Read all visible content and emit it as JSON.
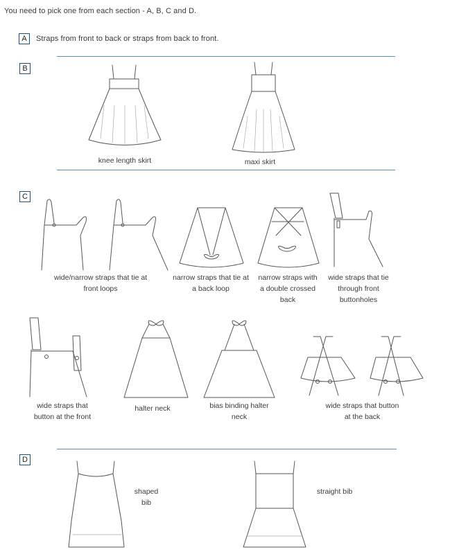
{
  "instruction": "You need to pick one from each section - A, B, C and D.",
  "sections": {
    "A": {
      "letter": "A",
      "text": "Straps from front to back or straps from back to front."
    },
    "B": {
      "letter": "B",
      "items": [
        {
          "caption": "knee length skirt"
        },
        {
          "caption": "maxi skirt"
        }
      ]
    },
    "C": {
      "letter": "C",
      "items": [
        {
          "caption": "wide/narrow straps that tie at front loops"
        },
        {
          "caption": "narrow straps that tie at a back loop"
        },
        {
          "caption": "narrow straps with a double crossed back"
        },
        {
          "caption": "wide straps that tie through front buttonholes"
        },
        {
          "caption": "wide straps that button at the front"
        },
        {
          "caption": "halter neck"
        },
        {
          "caption": "bias binding halter neck"
        },
        {
          "caption": "wide straps that button at the back"
        }
      ]
    },
    "D": {
      "letter": "D",
      "items": [
        {
          "caption": "shaped bib"
        },
        {
          "caption": "straight bib"
        }
      ]
    }
  }
}
